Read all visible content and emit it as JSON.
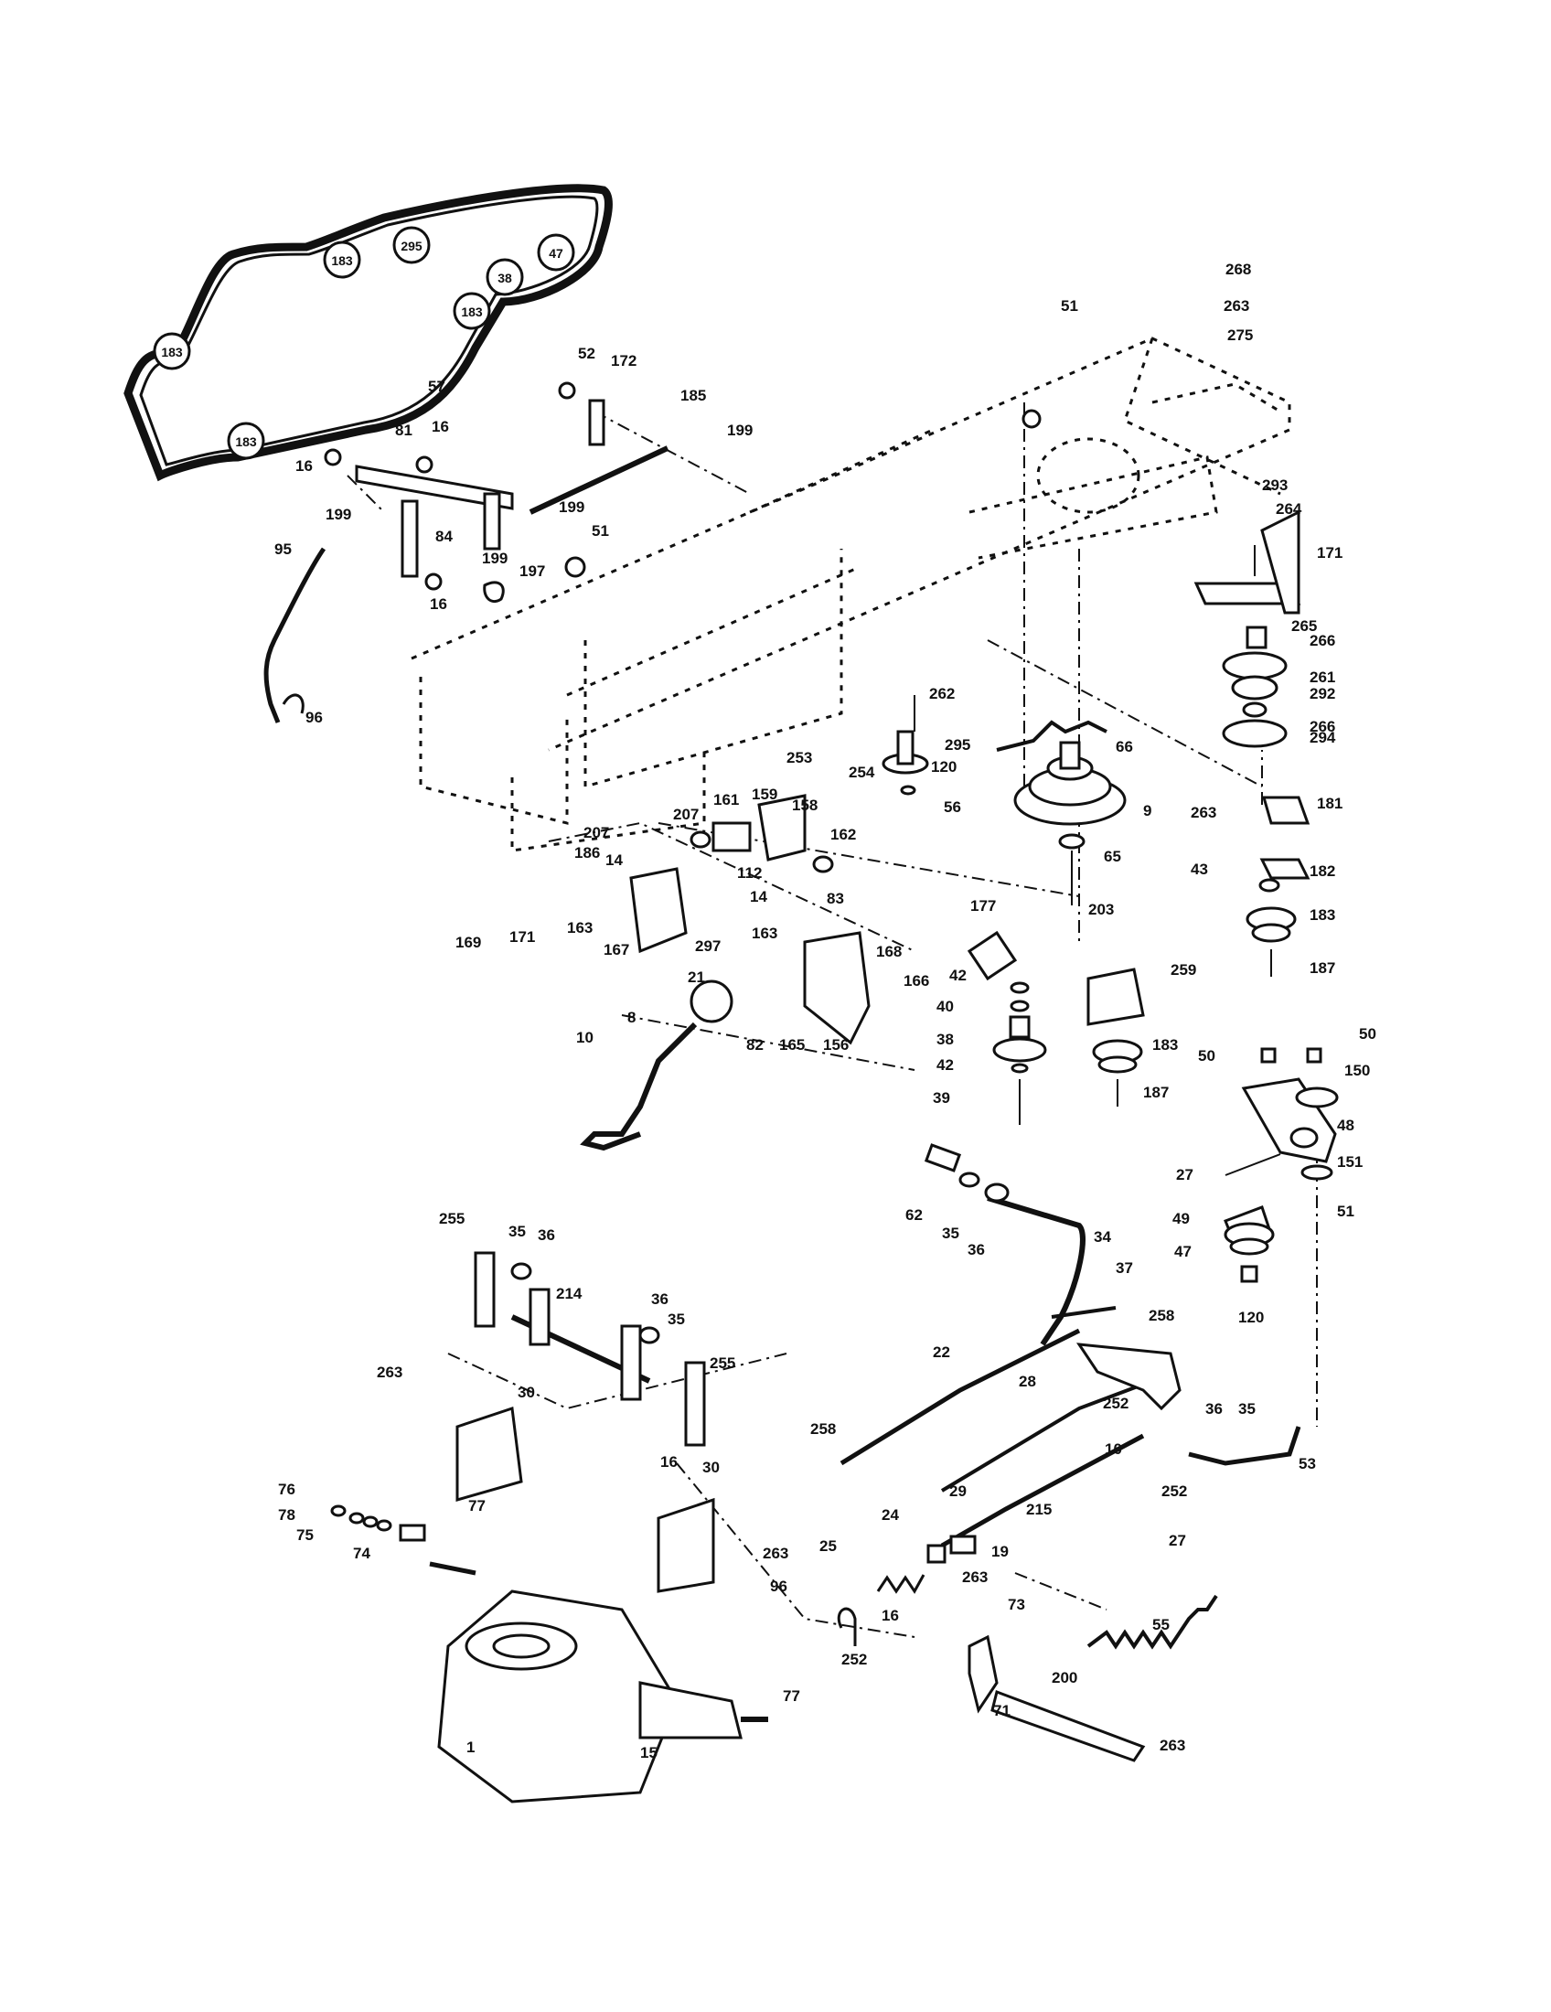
{
  "belt_callouts": [
    "183",
    "183",
    "295",
    "47",
    "38",
    "183",
    "183"
  ],
  "labels": [
    "268",
    "263",
    "275",
    "51",
    "52",
    "172",
    "185",
    "199",
    "57",
    "81",
    "16",
    "16",
    "199",
    "199",
    "84",
    "51",
    "16",
    "197",
    "95",
    "96",
    "199",
    "293",
    "264",
    "171",
    "265",
    "266",
    "261",
    "292",
    "266",
    "294",
    "262",
    "295",
    "120",
    "66",
    "253",
    "254",
    "56",
    "9",
    "263",
    "181",
    "161",
    "159",
    "158",
    "207",
    "162",
    "207",
    "186",
    "14",
    "112",
    "14",
    "83",
    "163",
    "163",
    "169",
    "171",
    "167",
    "297",
    "177",
    "65",
    "43",
    "182",
    "183",
    "203",
    "42",
    "259",
    "187",
    "21",
    "168",
    "166",
    "82",
    "165",
    "156",
    "40",
    "38",
    "183",
    "42",
    "187",
    "39",
    "8",
    "10",
    "50",
    "50",
    "150",
    "48",
    "27",
    "151",
    "49",
    "51",
    "62",
    "35",
    "36",
    "34",
    "47",
    "37",
    "120",
    "258",
    "255",
    "35",
    "36",
    "214",
    "36",
    "35",
    "255",
    "22",
    "28",
    "258",
    "252",
    "36",
    "35",
    "263",
    "30",
    "10",
    "252",
    "53",
    "16",
    "30",
    "29",
    "215",
    "27",
    "76",
    "77",
    "78",
    "75",
    "74",
    "263",
    "24",
    "25",
    "19",
    "96",
    "263",
    "73",
    "252",
    "55",
    "16",
    "200",
    "71",
    "263",
    "77",
    "1",
    "15"
  ]
}
